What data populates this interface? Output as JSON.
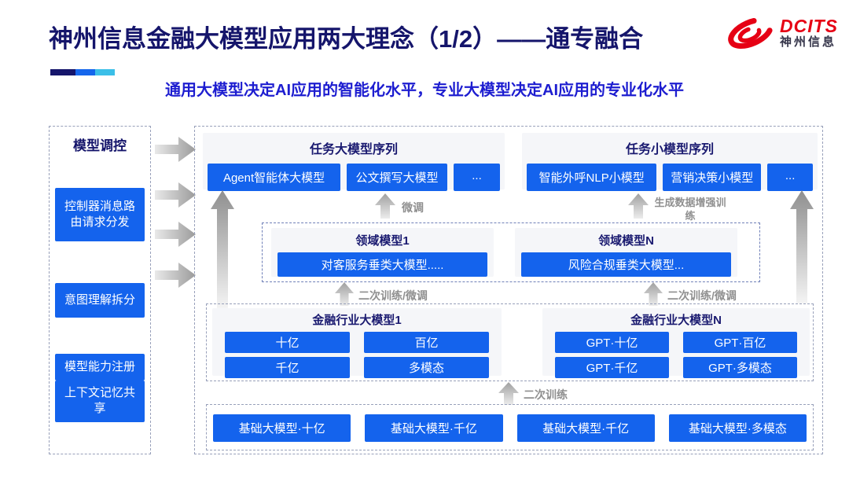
{
  "slide": {
    "title": "神州信息金融大模型应用两大理念（1/2）——通专融合",
    "subtitle": "通用大模型决定AI应用的智能化水平，专业大模型决定AI应用的专业化水平"
  },
  "logo": {
    "name": "DCITS",
    "name_cn": "神州信息"
  },
  "sidebar": {
    "title": "模型调控",
    "items": [
      {
        "label": "控制器消息路由请求分发"
      },
      {
        "label": "意图理解拆分"
      },
      {
        "label": "模型能力注册"
      },
      {
        "label": "上下文记忆共享"
      }
    ]
  },
  "diagram": {
    "task_large_models": {
      "title": "任务大模型序列",
      "items": [
        "Agent智能体大模型",
        "公文撰写大模型",
        "..."
      ]
    },
    "task_small_models": {
      "title": "任务小模型序列",
      "items": [
        "智能外呼NLP小模型",
        "营销决策小模型",
        "..."
      ]
    },
    "arrow_labels": {
      "finetune": "微调",
      "generate_data_augment_train": "生成数据增强训练",
      "second_train_finetune": "二次训练/微调",
      "second_train": "二次训练"
    },
    "domain_models": [
      {
        "title": "领域模型1",
        "model": "对客服务垂类大模型....."
      },
      {
        "title": "领域模型N",
        "model": "风险合规垂类大模型..."
      }
    ],
    "industry_models": [
      {
        "title": "金融行业大模型1",
        "items": [
          "十亿",
          "百亿",
          "千亿",
          "多模态"
        ]
      },
      {
        "title": "金融行业大模型N",
        "items": [
          "GPT·十亿",
          "GPT·百亿",
          "GPT·千亿",
          "GPT·多模态"
        ]
      }
    ],
    "base_models": [
      "基础大模型·十亿",
      "基础大模型·千亿",
      "基础大模型·千亿",
      "基础大模型·多模态"
    ]
  },
  "colors": {
    "accent_blue": "#1463ED",
    "title_navy": "#15156B",
    "subtitle_blue": "#1D1DD0",
    "logo_red": "#E60014",
    "underline_segments": [
      "#15156B",
      "#1566EC",
      "#3BBFE8"
    ]
  }
}
